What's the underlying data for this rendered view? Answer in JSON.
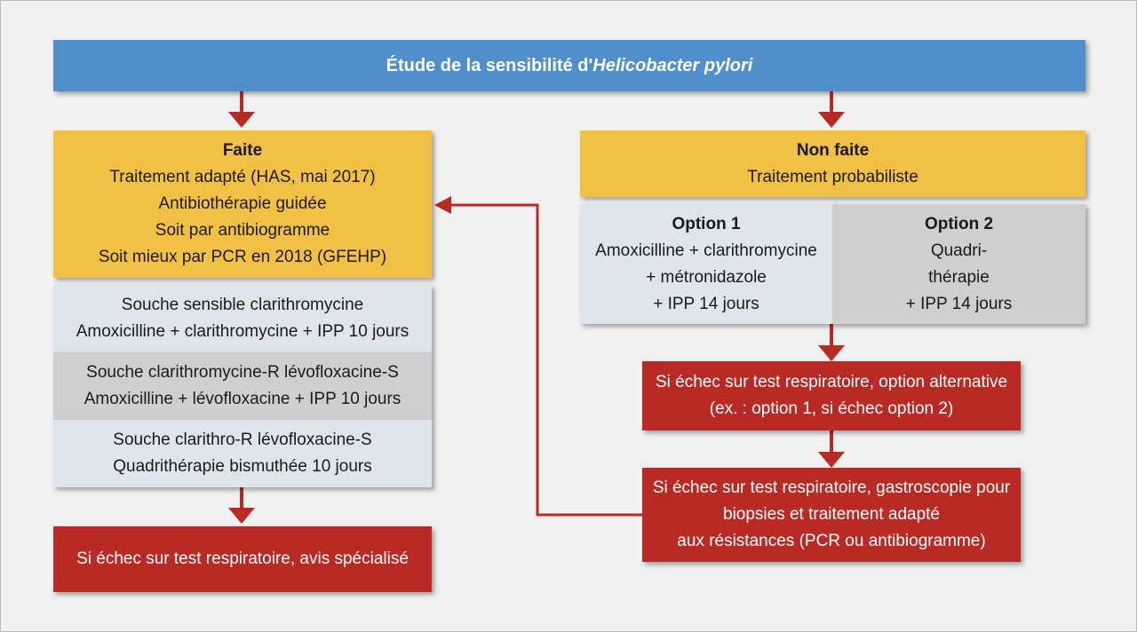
{
  "colors": {
    "title_bg": "#4f8fcc",
    "header_bg": "#f2c043",
    "option1_bg": "#dfe5ec",
    "option2_bg": "#cfcfcf",
    "alert_bg": "#ba2a24",
    "arrow": "#b92a24"
  },
  "title": {
    "prefix": "Étude de la sensibilité d'",
    "organism": "Helicobacter pylori"
  },
  "faite": {
    "heading": "Faite",
    "lines": [
      "Traitement adapté (HAS, mai 2017)",
      "Antibiothérapie guidée",
      "Soit par antibiogramme",
      "Soit mieux par PCR en 2018 (GFEHP)"
    ]
  },
  "cases": [
    {
      "line1": "Souche sensible clarithromycine",
      "line2": "Amoxicilline + clarithromycine + IPP 10 jours"
    },
    {
      "line1": "Souche clarithromycine-R lévofloxacine-S",
      "line2": "Amoxicilline + lévofloxacine + IPP 10 jours"
    },
    {
      "line1": "Souche clarithro-R lévofloxacine-S",
      "line2": "Quadrithérapie bismuthée 10 jours"
    }
  ],
  "left_failure": "Si échec sur test respiratoire, avis spécialisé",
  "non_faite": {
    "heading": "Non faite",
    "subtitle": "Traitement probabiliste"
  },
  "option1": {
    "heading": "Option 1",
    "lines": [
      "Amoxicilline + clarithromycine",
      "+ métronidazole",
      "+ IPP 14 jours"
    ]
  },
  "option2": {
    "heading": "Option 2",
    "lines": [
      "Quadri-",
      "thérapie",
      "+ IPP 14 jours"
    ]
  },
  "right_failure_1": {
    "lines": [
      "Si échec sur test respiratoire, option alternative",
      "(ex. : option 1, si échec option 2)"
    ]
  },
  "right_failure_2": {
    "lines": [
      "Si échec sur test respiratoire, gastroscopie pour",
      "biopsies et traitement adapté",
      "aux résistances (PCR ou antibiogramme)"
    ]
  }
}
